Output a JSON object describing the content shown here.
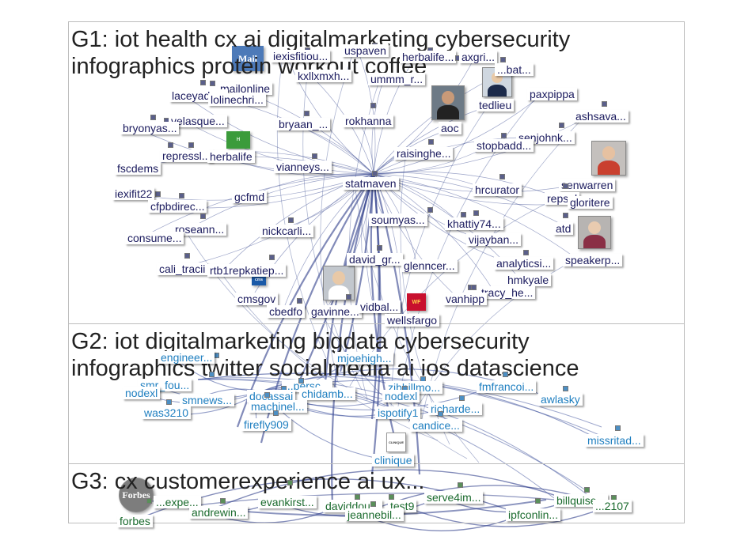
{
  "groups": [
    {
      "id": "G1",
      "title": "G1: iot health cx ai digitalmarketing cybersecurity\ninfographics protein workout coffee"
    },
    {
      "id": "G2",
      "title": "G2: iot digitalmarketing bigdata cybersecurity\ninfographics twitter socialmedia ai ios datascience"
    },
    {
      "id": "G3",
      "title": "G3: cx customerexperience ai ux..."
    }
  ],
  "colors": {
    "g1": "#1b1b5e",
    "g2": "#1f7fc0",
    "g3": "#1b6b2e",
    "edge": "#4a5a9a"
  },
  "logos": {
    "mail": "Mail",
    "forbes": "Forbes",
    "clinique": "CLINIQUE"
  },
  "nodes": [
    {
      "id": "n0",
      "label": "iexisfitiou...",
      "g": 1
    },
    {
      "id": "n1",
      "label": "uspaven",
      "g": 1
    },
    {
      "id": "n2",
      "label": "herbalife...",
      "g": 1
    },
    {
      "id": "n3",
      "label": "axgri...",
      "g": 1
    },
    {
      "id": "n4",
      "label": "...bat...",
      "g": 1
    },
    {
      "id": "n5",
      "label": "kxllxmxh...",
      "g": 1
    },
    {
      "id": "n6",
      "label": "ummm_r...",
      "g": 1
    },
    {
      "id": "n7",
      "label": "mailonline",
      "g": 1
    },
    {
      "id": "n8",
      "label": "laceyadu...",
      "g": 1
    },
    {
      "id": "n9",
      "label": "lolinechri...",
      "g": 1
    },
    {
      "id": "n10",
      "label": "tedlieu",
      "g": 1
    },
    {
      "id": "n11",
      "label": "paxpippa",
      "g": 1
    },
    {
      "id": "n12",
      "label": "velasque...",
      "g": 1
    },
    {
      "id": "n13",
      "label": "rokhanna",
      "g": 1
    },
    {
      "id": "n14",
      "label": "aoc",
      "g": 1
    },
    {
      "id": "n15",
      "label": "ashsava...",
      "g": 1
    },
    {
      "id": "n16",
      "label": "bryonyas...",
      "g": 1
    },
    {
      "id": "n17",
      "label": "bryaan_...",
      "g": 1
    },
    {
      "id": "n18",
      "label": "senjohnk...",
      "g": 1
    },
    {
      "id": "n19",
      "label": "stopbadd...",
      "g": 1
    },
    {
      "id": "n20",
      "label": "raisinghe...",
      "g": 1
    },
    {
      "id": "n21",
      "label": "repressl...",
      "g": 1
    },
    {
      "id": "n22",
      "label": "herbalife",
      "g": 1
    },
    {
      "id": "n23",
      "label": "fscdems",
      "g": 1
    },
    {
      "id": "n24",
      "label": "vianneys...",
      "g": 1
    },
    {
      "id": "n25",
      "label": "statmaven",
      "g": 1
    },
    {
      "id": "n26",
      "label": "hrcurator",
      "g": 1
    },
    {
      "id": "n27",
      "label": "senwarren",
      "g": 1
    },
    {
      "id": "n28",
      "label": "iexifit22",
      "g": 1
    },
    {
      "id": "n29",
      "label": "gcfmd",
      "g": 1
    },
    {
      "id": "n30",
      "label": "repsol",
      "g": 1
    },
    {
      "id": "n31",
      "label": "gloritere",
      "g": 1
    },
    {
      "id": "n32",
      "label": "cfpbdirec...",
      "g": 1
    },
    {
      "id": "n33",
      "label": "soumyas...",
      "g": 1
    },
    {
      "id": "n34",
      "label": "khattiy74...",
      "g": 1
    },
    {
      "id": "n35",
      "label": "roseann...",
      "g": 1
    },
    {
      "id": "n36",
      "label": "nickcarli...",
      "g": 1
    },
    {
      "id": "n37",
      "label": "vijayban...",
      "g": 1
    },
    {
      "id": "n38",
      "label": "atd",
      "g": 1
    },
    {
      "id": "n39",
      "label": "consume...",
      "g": 1
    },
    {
      "id": "n40",
      "label": "speakerp...",
      "g": 1
    },
    {
      "id": "n41",
      "label": "david_gr...",
      "g": 1
    },
    {
      "id": "n42",
      "label": "glenncer...",
      "g": 1
    },
    {
      "id": "n43",
      "label": "analyticsi...",
      "g": 1
    },
    {
      "id": "n44",
      "label": "cali_tracii",
      "g": 1
    },
    {
      "id": "n45",
      "label": "rtb1repkatiep...",
      "g": 1
    },
    {
      "id": "n46",
      "label": "hmkyale",
      "g": 1
    },
    {
      "id": "n47",
      "label": "cmsgov",
      "g": 1
    },
    {
      "id": "n48",
      "label": "tracy_he...",
      "g": 1
    },
    {
      "id": "n49",
      "label": "cbedfo",
      "g": 1
    },
    {
      "id": "n50",
      "label": "gavinne...",
      "g": 1
    },
    {
      "id": "n51",
      "label": "vidbal...",
      "g": 1
    },
    {
      "id": "n52",
      "label": "wellsfargo",
      "g": 1
    },
    {
      "id": "n53",
      "label": "vanhipp",
      "g": 1
    },
    {
      "id": "n54",
      "label": "engineer...",
      "g": 2
    },
    {
      "id": "n55",
      "label": "mjoehigh...",
      "g": 2
    },
    {
      "id": "n56",
      "label": "smr_fou...",
      "g": 2
    },
    {
      "id": "n57",
      "label": "...persc...",
      "g": 2
    },
    {
      "id": "n58",
      "label": "zibhillmo...",
      "g": 2
    },
    {
      "id": "n59",
      "label": "fmfrancoi...",
      "g": 2
    },
    {
      "id": "n60",
      "label": "nodexl",
      "g": 2
    },
    {
      "id": "n61",
      "label": "docassai",
      "g": 2
    },
    {
      "id": "n62",
      "label": "chidamb...",
      "g": 2
    },
    {
      "id": "n63",
      "label": "nodexl",
      "g": 2
    },
    {
      "id": "n64",
      "label": "awlasky",
      "g": 2
    },
    {
      "id": "n65",
      "label": "smnews...",
      "g": 2
    },
    {
      "id": "n66",
      "label": "machinel...",
      "g": 2
    },
    {
      "id": "n67",
      "label": "richarde...",
      "g": 2
    },
    {
      "id": "n68",
      "label": "was3210",
      "g": 2
    },
    {
      "id": "n69",
      "label": "ispotify1",
      "g": 2
    },
    {
      "id": "n70",
      "label": "candice...",
      "g": 2
    },
    {
      "id": "n71",
      "label": "firefly909",
      "g": 2
    },
    {
      "id": "n72",
      "label": "missritad...",
      "g": 2
    },
    {
      "id": "n73",
      "label": "clinique",
      "g": 2
    },
    {
      "id": "n74",
      "label": "...expe...",
      "g": 3
    },
    {
      "id": "n75",
      "label": "evankirst...",
      "g": 3
    },
    {
      "id": "n76",
      "label": "serve4im...",
      "g": 3
    },
    {
      "id": "n77",
      "label": "billquise...",
      "g": 3
    },
    {
      "id": "n78",
      "label": "andrewin...",
      "g": 3
    },
    {
      "id": "n79",
      "label": "daviddou...",
      "g": 3
    },
    {
      "id": "n80",
      "label": "test9",
      "g": 3
    },
    {
      "id": "n81",
      "label": "...2107",
      "g": 3
    },
    {
      "id": "n82",
      "label": "jeannebil...",
      "g": 3
    },
    {
      "id": "n83",
      "label": "ipfconlin...",
      "g": 3
    },
    {
      "id": "n84",
      "label": "forbes",
      "g": 3
    }
  ]
}
